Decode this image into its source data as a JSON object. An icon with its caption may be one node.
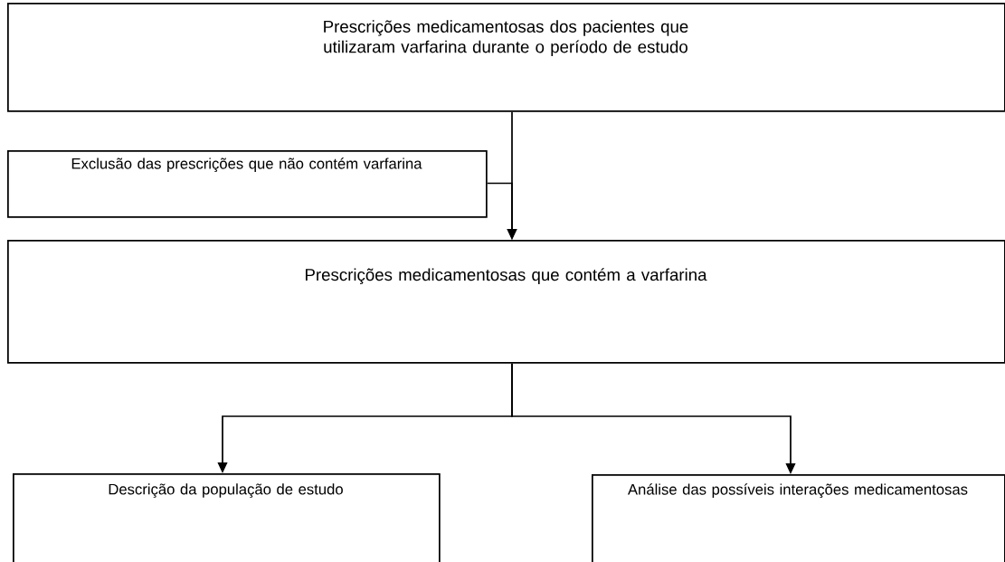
{
  "diagram": {
    "nodes": [
      {
        "text": [
          "Prescrições medicamentosas dos pacientes que utilizaram varfarina durante o período de estudo"
        ]
      },
      {
        "text": [
          "Exclusão das prescrições que não contém varfarina"
        ]
      },
      {
        "text": [
          "Prescrições medicamentosas que contém a varfarina"
        ]
      },
      {
        "text": [
          "Descrição da população de estudo"
        ]
      },
      {
        "text": [
          "Análise das possíveis interações medicamentosas"
        ]
      }
    ],
    "edges": [
      {
        "from": 0,
        "to": 2,
        "arrow": "to"
      },
      {
        "from": 1,
        "to": 2,
        "arrow": "to"
      },
      {
        "from": 2,
        "to": 3,
        "arrow": "to"
      },
      {
        "from": 2,
        "to": 4,
        "arrow": "to"
      }
    ]
  }
}
